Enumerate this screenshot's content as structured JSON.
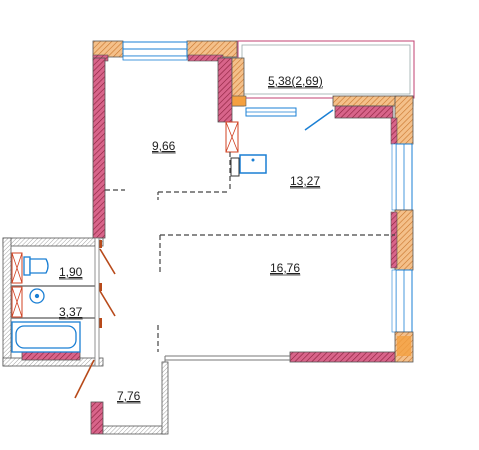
{
  "rooms": [
    {
      "id": "room-1",
      "area": "9,66"
    },
    {
      "id": "room-2",
      "area": "5,38(2,69)"
    },
    {
      "id": "room-3",
      "area": "13,27"
    },
    {
      "id": "room-4",
      "area": "16,76"
    },
    {
      "id": "room-5",
      "area": "1,90"
    },
    {
      "id": "room-6",
      "area": "3,37"
    },
    {
      "id": "room-7",
      "area": "7,76"
    }
  ],
  "colors": {
    "bearing_wall": "#c0395a",
    "brick_wall": "#e8a060",
    "window": "#1a7fd4",
    "partition": "#777777",
    "door": "#b84a1a",
    "balcony": "#c04070"
  }
}
